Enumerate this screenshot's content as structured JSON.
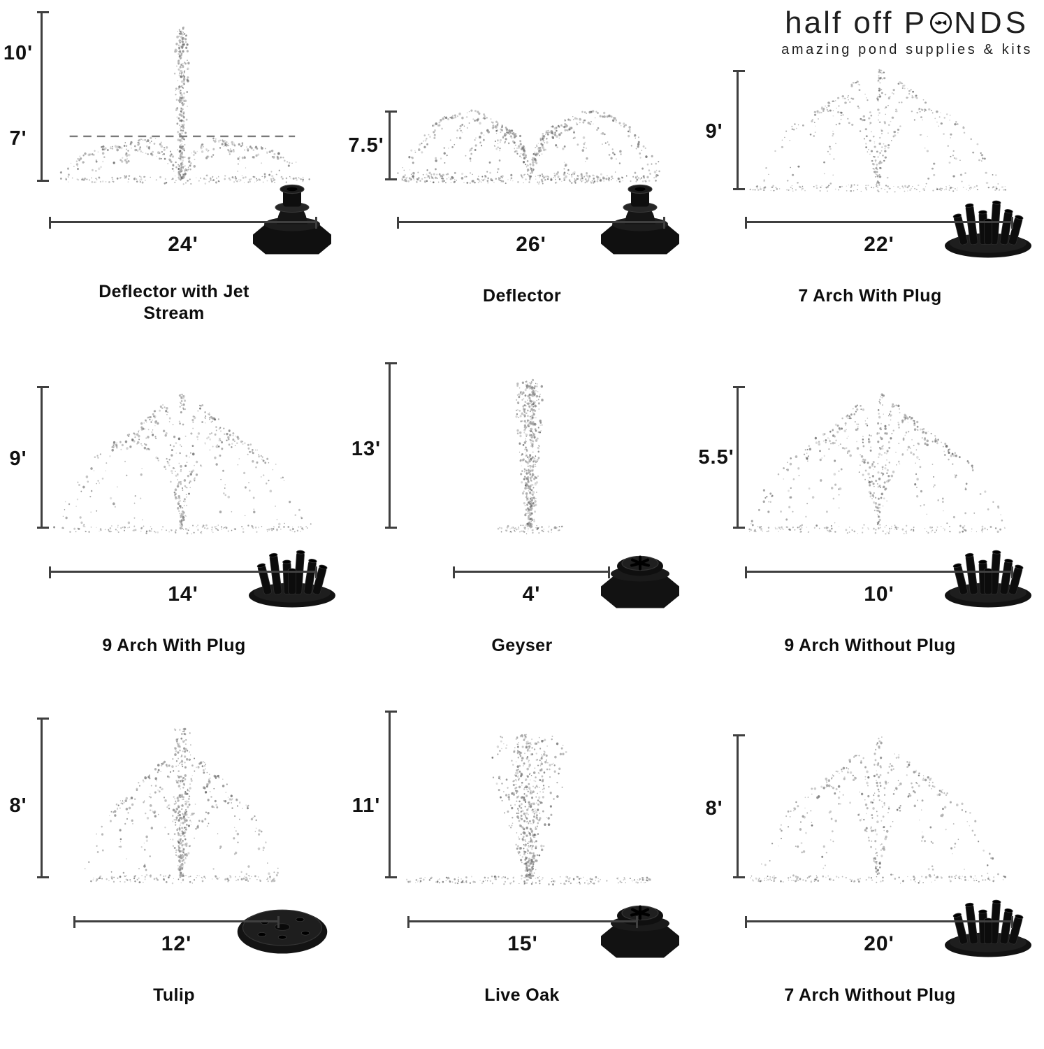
{
  "brand": {
    "name_light": "half off",
    "ponds_p": "P",
    "ponds_nds": "NDS",
    "tagline": "amazing pond supplies & kits"
  },
  "fountains": [
    {
      "name": "Deflector with Jet Stream",
      "height_top": "10'",
      "height_lower": "7'",
      "width": "24'",
      "nozzle_icon": "deflector-nozzle-icon"
    },
    {
      "name": "Deflector",
      "height": "7.5'",
      "width": "26'",
      "nozzle_icon": "deflector-nozzle-icon"
    },
    {
      "name": "7 Arch With Plug",
      "height": "9'",
      "width": "22'",
      "nozzle_icon": "multi-jet-nozzle-icon"
    },
    {
      "name": "9 Arch With Plug",
      "height": "9'",
      "width": "14'",
      "nozzle_icon": "multi-jet-nozzle-icon"
    },
    {
      "name": "Geyser",
      "height": "13'",
      "width": "4'",
      "nozzle_icon": "cap-nozzle-icon"
    },
    {
      "name": "9 Arch Without Plug",
      "height": "5.5'",
      "width": "10'",
      "nozzle_icon": "multi-jet-nozzle-icon"
    },
    {
      "name": "Tulip",
      "height": "8'",
      "width": "12'",
      "nozzle_icon": "disc-nozzle-icon"
    },
    {
      "name": "Live Oak",
      "height": "11'",
      "width": "15'",
      "nozzle_icon": "cap-nozzle-icon"
    },
    {
      "name": "7 Arch Without Plug",
      "height": "8'",
      "width": "20'",
      "nozzle_icon": "multi-jet-nozzle-icon"
    }
  ],
  "ruler_color": "#3f3f3f"
}
